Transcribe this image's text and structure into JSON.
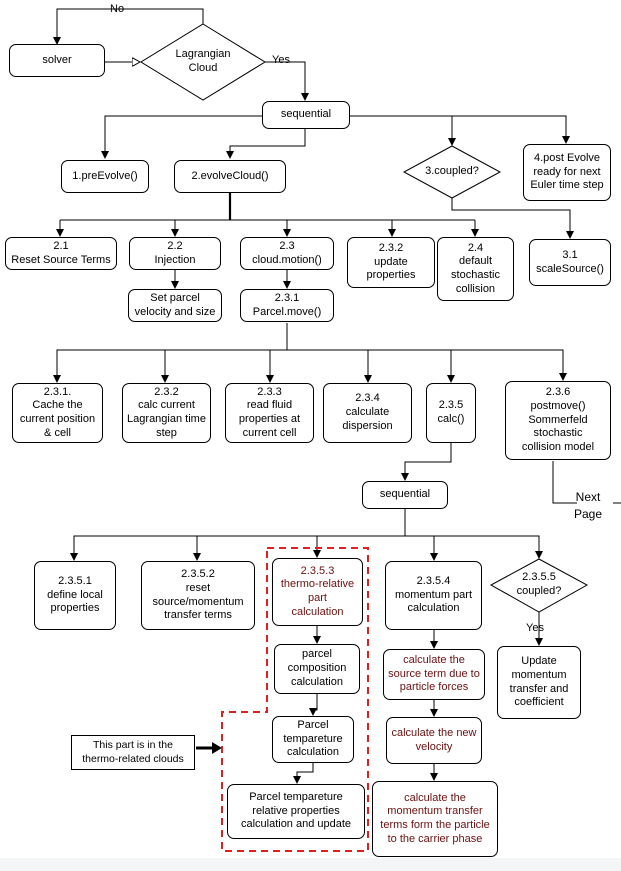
{
  "labels": {
    "no": "No",
    "yes": "Yes",
    "yes2": "Yes",
    "next_page": "Next\nPage"
  },
  "nodes": {
    "solver": "solver",
    "lagrangian_cloud": "Lagrangian\nCloud",
    "sequential_1": "sequential",
    "pre_evolve": "1.preEvolve()",
    "evolve_cloud": "2.evolveCloud()",
    "coupled_3": "3.coupled?",
    "post_evolve": "4.post Evolve\nready for next\nEuler time step",
    "n2_1": "2.1\nReset Source Terms",
    "n2_2": "2.2\nInjection",
    "n2_3": "2.3\ncloud.motion()",
    "n2_3_2": "2.3.2\nupdate\nproperties",
    "n2_4": "2.4\ndefault\nstochastic\ncollision",
    "n3_1": "3.1\nscaleSource()",
    "set_parcel": "Set parcel\nvelocity and size",
    "n2_3_1": "2.3.1\nParcel.move()",
    "n2_3_1_cache": "2.3.1.\nCache the\ncurrent position\n& cell",
    "n2_3_2_calc": "2.3.2\ncalc current\nLagrangian time\nstep",
    "n2_3_3": "2.3.3\nread fluid\nproperties at\ncurrent cell",
    "n2_3_4": "2.3.4\ncalculate\ndispersion",
    "n2_3_5": "2.3.5\ncalc()",
    "n2_3_6": "2.3.6\npostmove()\nSommerfeld\nstochastic\ncollision model",
    "sequential_2": "sequential",
    "n2_3_5_1": "2.3.5.1\ndefine local\nproperties",
    "n2_3_5_2": "2.3.5.2\nreset\nsource/momentum\ntransfer terms",
    "n2_3_5_3": "2.3.5.3\nthermo-relative\npart\ncalculation",
    "parcel_comp": "parcel\ncomposition\ncalculation",
    "parcel_temp": "Parcel\ntempareture\ncalculation",
    "parcel_temp_rel": "Parcel tempareture\nrelative properties\ncalculation and update",
    "n2_3_5_4": "2.3.5.4\nmomentum part\ncalculation",
    "calc_source": "calculate the\nsource term due to\nparticle forces",
    "calc_velocity": "calculate the new\nvelocity",
    "calc_momentum": "calculate the\nmomentum transfer\nterms form the particle\nto the carrier phase",
    "n2_3_5_5": "2.3.5.5\ncoupled?",
    "update_momentum": "Update\nmomentum\ntransfer and\ncoefficient",
    "thermo_note": "This part is in the\nthermo-related clouds"
  },
  "colors": {
    "line": "#000000",
    "thermo_text": "#6b1010",
    "dashed_border": "#e02020"
  }
}
